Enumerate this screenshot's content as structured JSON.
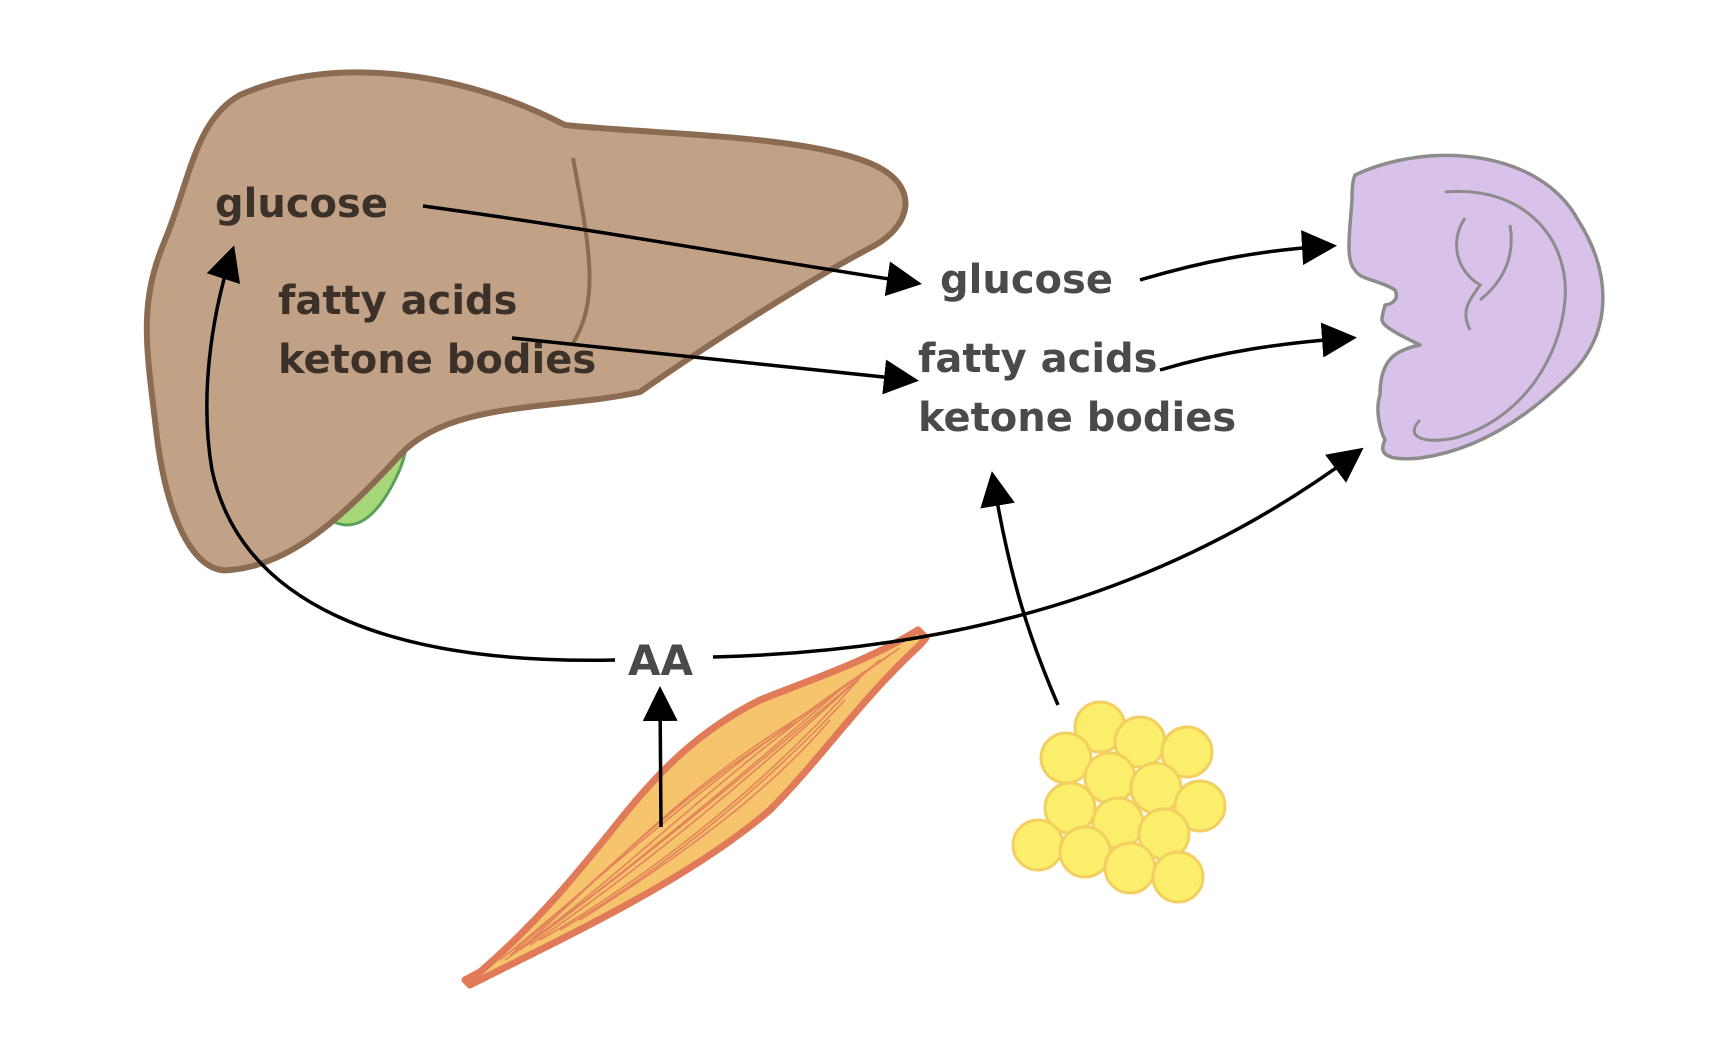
{
  "liver_labels": {
    "glucose": "glucose",
    "fatty_acids": "fatty acids",
    "ketone_bodies": "ketone bodies"
  },
  "blood_labels": {
    "glucose": "glucose",
    "fatty_acids": "fatty acids",
    "ketone_bodies": "ketone bodies"
  },
  "amino_acids_label": "AA",
  "colors": {
    "liver_fill": "#c2a286",
    "liver_stroke": "#8b6c52",
    "gallbladder": "#a8d77a",
    "fetus_fill": "#d9c2ea",
    "fetus_stroke": "#8c8c8c",
    "muscle_fill": "#f6c46c",
    "muscle_stroke": "#e07a58",
    "fat_cell_fill": "#fbee6a",
    "fat_cell_stroke": "#f2cf60",
    "arrow": "#000000"
  }
}
